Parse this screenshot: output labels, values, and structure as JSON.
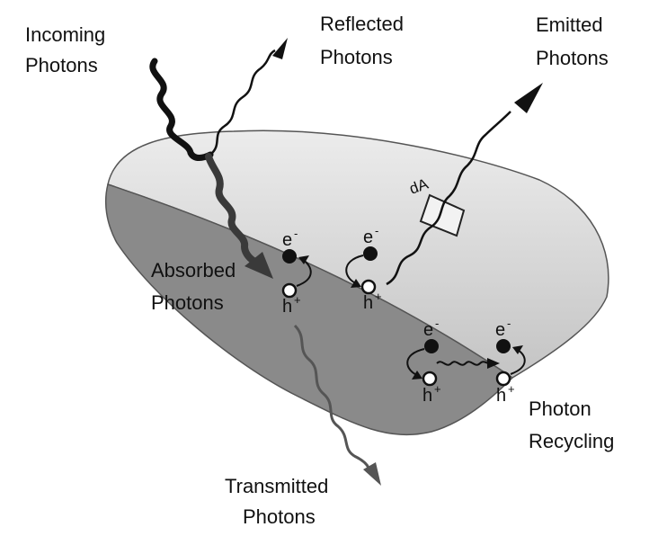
{
  "labels": {
    "incoming": [
      "Incoming",
      "Photons"
    ],
    "reflected": [
      "Reflected",
      "Photons"
    ],
    "emitted": [
      "Emitted",
      "Photons"
    ],
    "absorbed": [
      "Absorbed",
      "Photons"
    ],
    "transmitted": [
      "Transmitted",
      "Photons"
    ],
    "recycling": [
      "Photon",
      "Recycling"
    ],
    "area_element": "dA"
  },
  "carriers": {
    "electron": "e",
    "electron_sup": "-",
    "hole": "h",
    "hole_sup": "+"
  },
  "colors": {
    "body_top": "#d9d9d9",
    "body_side": "#8c8c8c",
    "incoming_photon": "#111111",
    "absorbed_photon": "#3a3a3a",
    "transmitted_photon": "#555555",
    "emitted_photon": "#111111"
  }
}
